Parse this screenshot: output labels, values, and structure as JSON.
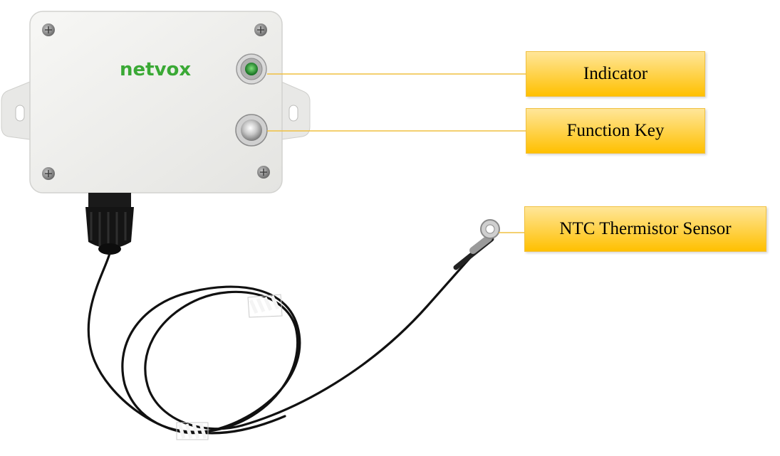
{
  "device": {
    "brand": "netvox",
    "brand_color": "#3aa935"
  },
  "callouts": {
    "indicator": "Indicator",
    "function_key": "Function Key",
    "ntc_sensor": "NTC Thermistor Sensor"
  },
  "colors": {
    "callout_fill": "#ffc000",
    "callout_fill_light": "#ffe699",
    "leader_line": "#f0c040",
    "enclosure": "#f1f1ef",
    "cable": "#111111",
    "led": "#1f8a2a"
  }
}
